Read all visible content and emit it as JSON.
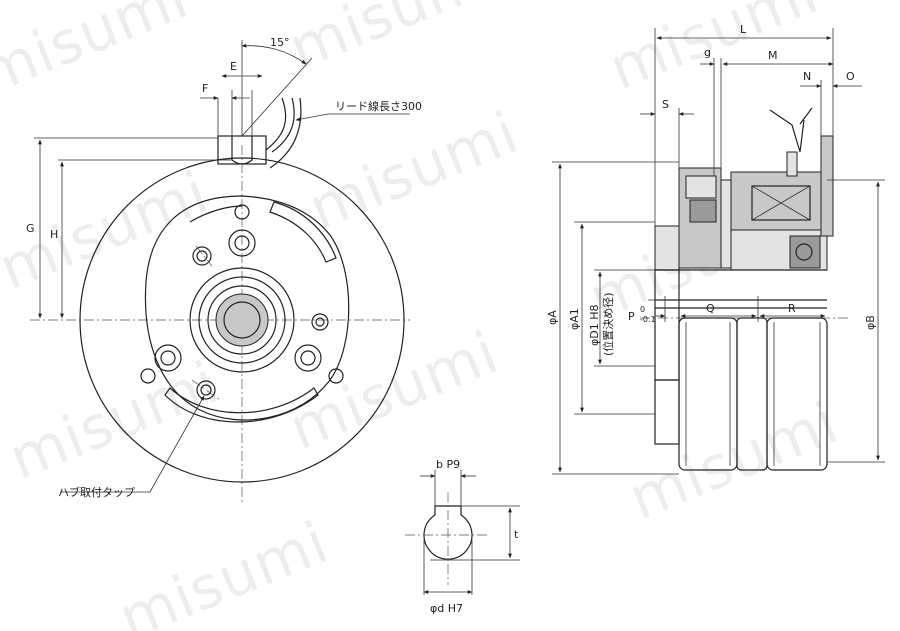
{
  "watermark": "misumi",
  "labels": {
    "angle": "15°",
    "E": "E",
    "F": "F",
    "G": "G",
    "H": "H",
    "lead_wire": "リード線長さ300",
    "hub_tap": "ハブ取付タップ",
    "L": "L",
    "g": "g",
    "M": "M",
    "S": "S",
    "N": "N",
    "O": "O",
    "phiA": "φA",
    "phiA1": "φA1",
    "phiD1": "φD1 H8",
    "positioning": "(位置決め径)",
    "P": "P",
    "P_tol_upper": "0",
    "P_tol_lower": "-0.1",
    "Q": "Q",
    "R": "R",
    "phiB": "φB",
    "bP9": "b P9",
    "t": "t",
    "phid": "φd H7"
  }
}
